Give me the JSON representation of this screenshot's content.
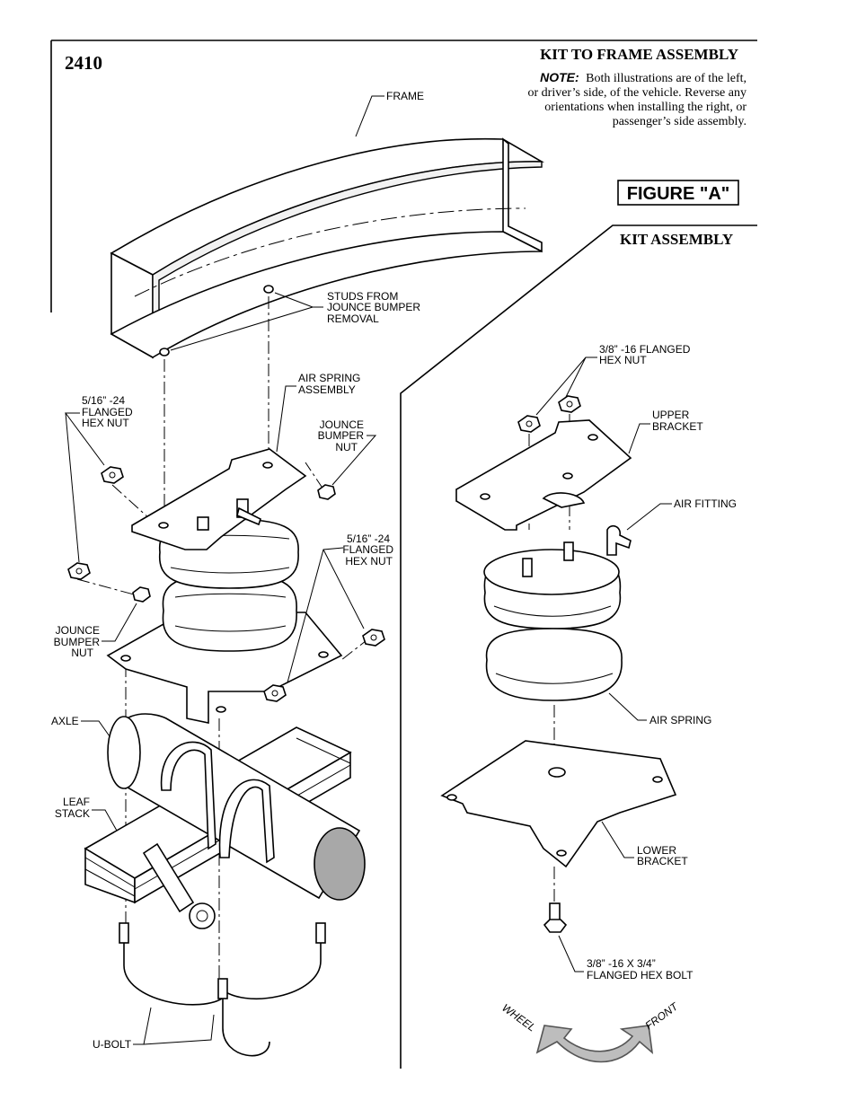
{
  "page_number": "2410",
  "header": {
    "title": "KIT TO FRAME ASSEMBLY",
    "note_label": "NOTE:",
    "note_line1": "Both illustrations are of the left,",
    "note_line2": "or driver’s side, of the vehicle.  Reverse any",
    "note_line3": "orientations when installing the right, or",
    "note_line4": "passenger’s side assembly."
  },
  "figure_label": "FIGURE \"A\"",
  "kit_assembly_title": "KIT ASSEMBLY",
  "left_labels": {
    "frame": "FRAME",
    "studs_1": "STUDS FROM",
    "studs_2": "JOUNCE BUMPER",
    "studs_3": "REMOVAL",
    "air_spring_assembly_1": "AIR SPRING",
    "air_spring_assembly_2": "ASSEMBLY",
    "hex_nut_left_1": "5/16” -24",
    "hex_nut_left_2": "FLANGED",
    "hex_nut_left_3": "HEX NUT",
    "jounce_top_1": "JOUNCE",
    "jounce_top_2": "BUMPER",
    "jounce_top_3": "NUT",
    "hex_nut_right_1": "5/16” -24",
    "hex_nut_right_2": "FLANGED",
    "hex_nut_right_3": "HEX NUT",
    "jounce_bottom_1": "JOUNCE",
    "jounce_bottom_2": "BUMPER",
    "jounce_bottom_3": "NUT",
    "axle": "AXLE",
    "leaf_1": "LEAF",
    "leaf_2": "STACK",
    "ubolt": "U-BOLT"
  },
  "right_labels": {
    "hex_nut_1": "3/8” -16 FLANGED",
    "hex_nut_2": "HEX NUT",
    "upper_bracket_1": "UPPER",
    "upper_bracket_2": "BRACKET",
    "air_fitting": "AIR FITTING",
    "air_spring": "AIR SPRING",
    "lower_bracket_1": "LOWER",
    "lower_bracket_2": "BRACKET",
    "bolt_1": "3/8” -16 X 3/4”",
    "bolt_2": "FLANGED HEX BOLT"
  },
  "orientation": {
    "wheel": "WHEEL",
    "front": "FRONT"
  }
}
